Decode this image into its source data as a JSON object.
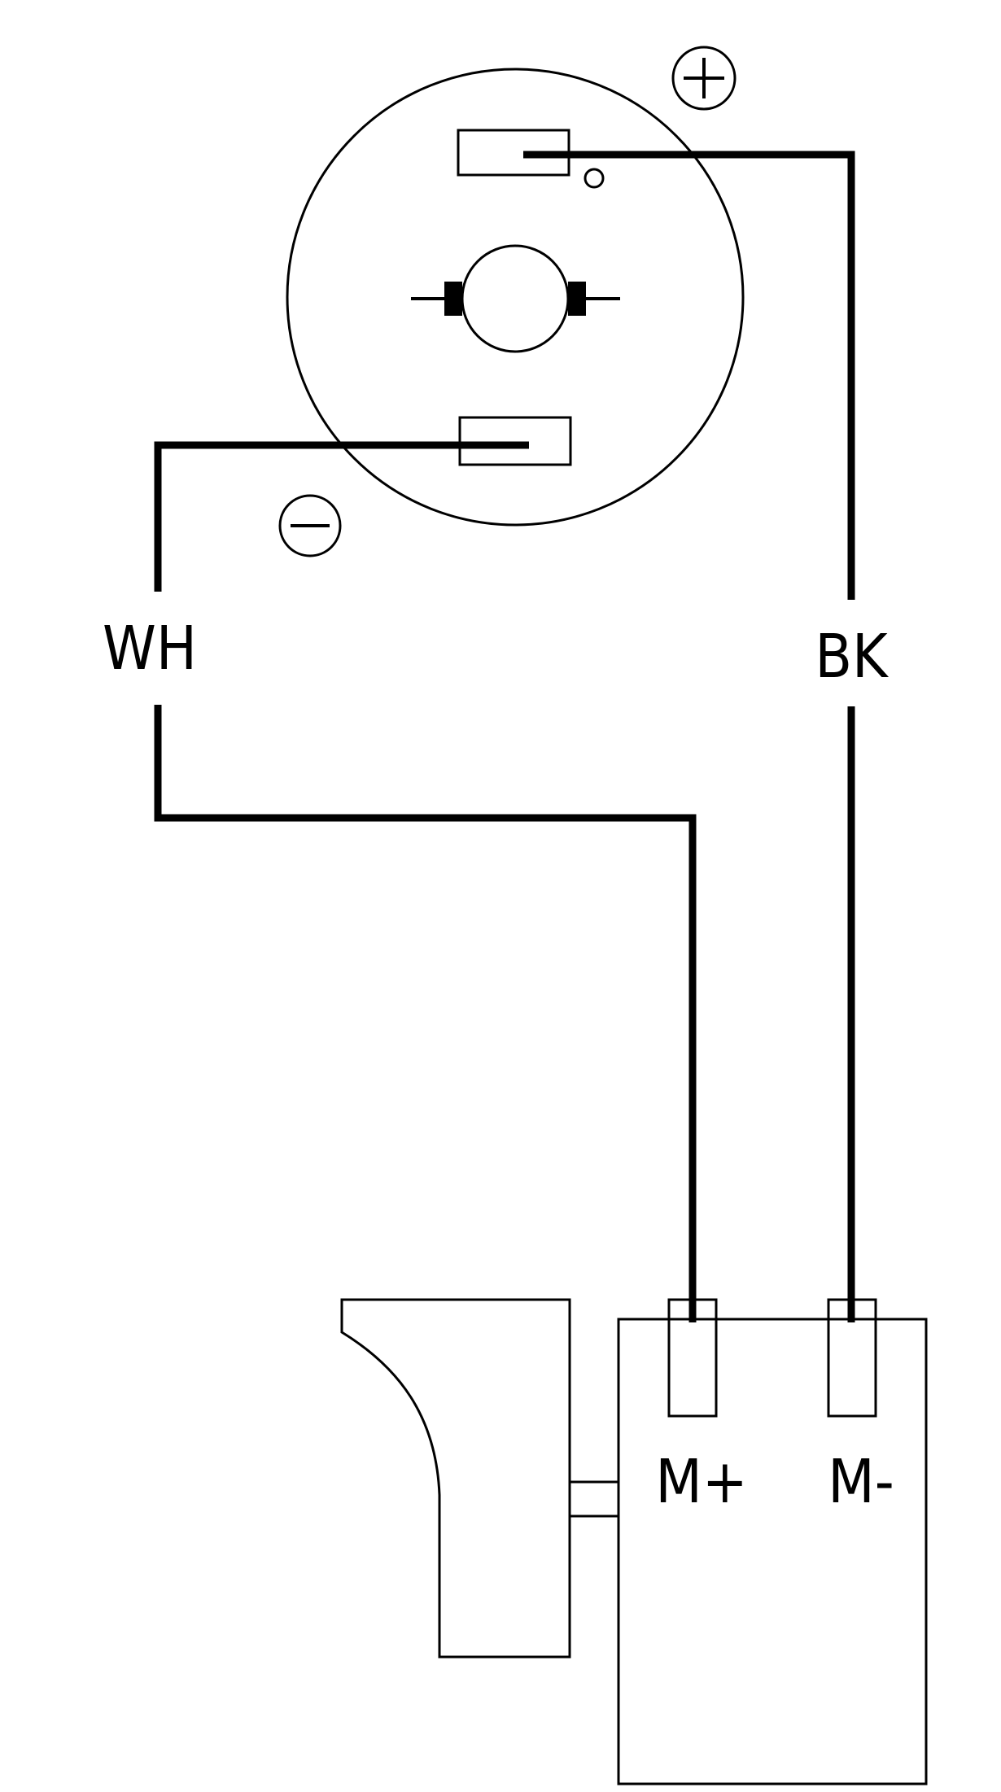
{
  "wire_labels": {
    "white": "WH",
    "black": "BK"
  },
  "switch_terminals": {
    "positive": "M+",
    "negative": "M-"
  },
  "polarity_symbols": {
    "positive": "plus-icon",
    "negative": "minus-icon"
  },
  "colors": {
    "line": "#000000",
    "background": "#ffffff"
  }
}
